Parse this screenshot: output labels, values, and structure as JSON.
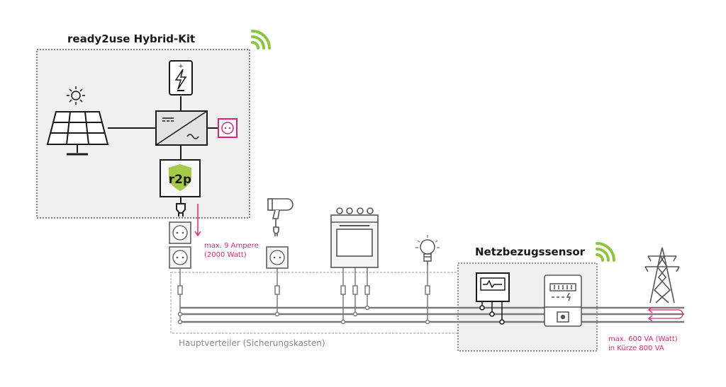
{
  "kit": {
    "title": "ready2use Hybrid-Kit",
    "logo_text": "r2p"
  },
  "sensor": {
    "title": "Netzbezugssensor"
  },
  "notes": {
    "plug_limit": [
      "max. 9 Ampere",
      "(2000 Watt)"
    ],
    "grid_limit": [
      "max. 600 VA (Watt)",
      "in Kürze 800 VA"
    ]
  },
  "distribution": {
    "label": "Hauptverteiler (Sicherungskasten)"
  },
  "colors": {
    "accent_pink": "#e2256b",
    "signal_green": "#8cc63f",
    "wire_gray": "#7a7a7a",
    "shield_green": "#a5c948",
    "line_dark": "#1a1a1a"
  },
  "icons": {
    "sun": "sun-icon",
    "panel": "solar-panel-icon",
    "battery": "battery-icon",
    "inverter": "inverter-icon",
    "outlet": "outlet-icon",
    "controller": "r2p-controller-icon",
    "plug": "plug-icon",
    "dryer": "hair-dryer-icon",
    "stove": "stove-icon",
    "bulb": "light-bulb-icon",
    "sensor": "sensor-icon",
    "meter": "electricity-meter-icon",
    "pylon": "power-pylon-icon",
    "wifi": "wifi-icon"
  }
}
